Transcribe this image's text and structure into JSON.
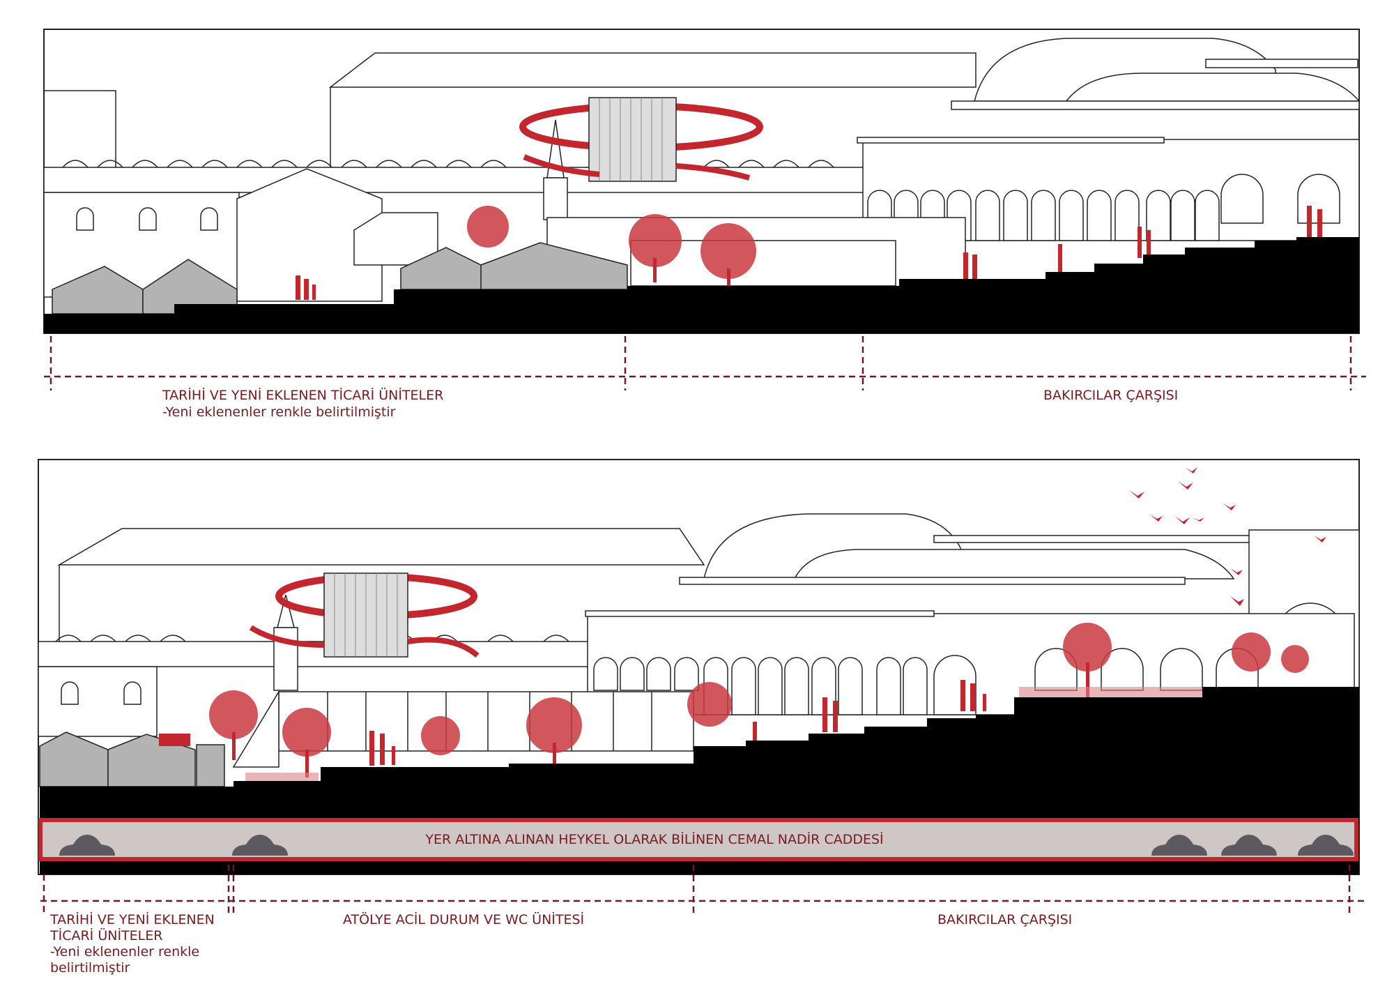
{
  "top_section": {
    "labels": {
      "commercial_title": "TARİHİ VE YENİ EKLENEN TİCARİ ÜNİTELER",
      "commercial_note": "-Yeni eklenenler renkle belirtilmiştir",
      "bazaar": "BAKIRCILAR ÇARŞISI"
    }
  },
  "bottom_section": {
    "road_label": "YER ALTINA ALINAN HEYKEL OLARAK BİLİNEN CEMAL NADİR CADDESİ",
    "labels": {
      "commercial_title_line1": "TARİHİ VE YENİ EKLENEN",
      "commercial_title_line2": "TİCARİ ÜNİTELER",
      "commercial_note_line1": "-Yeni eklenenler renkle",
      "commercial_note_line2": "belirtilmiştir",
      "workshop": "ATÖLYE ACİL DURUM VE WC ÜNİTESİ",
      "bazaar": "BAKIRCILAR ÇARŞISI"
    }
  },
  "colors": {
    "accent_red": "#c4262e",
    "label_text": "#7a1a1f",
    "road_fill": "#cfc6c6"
  }
}
